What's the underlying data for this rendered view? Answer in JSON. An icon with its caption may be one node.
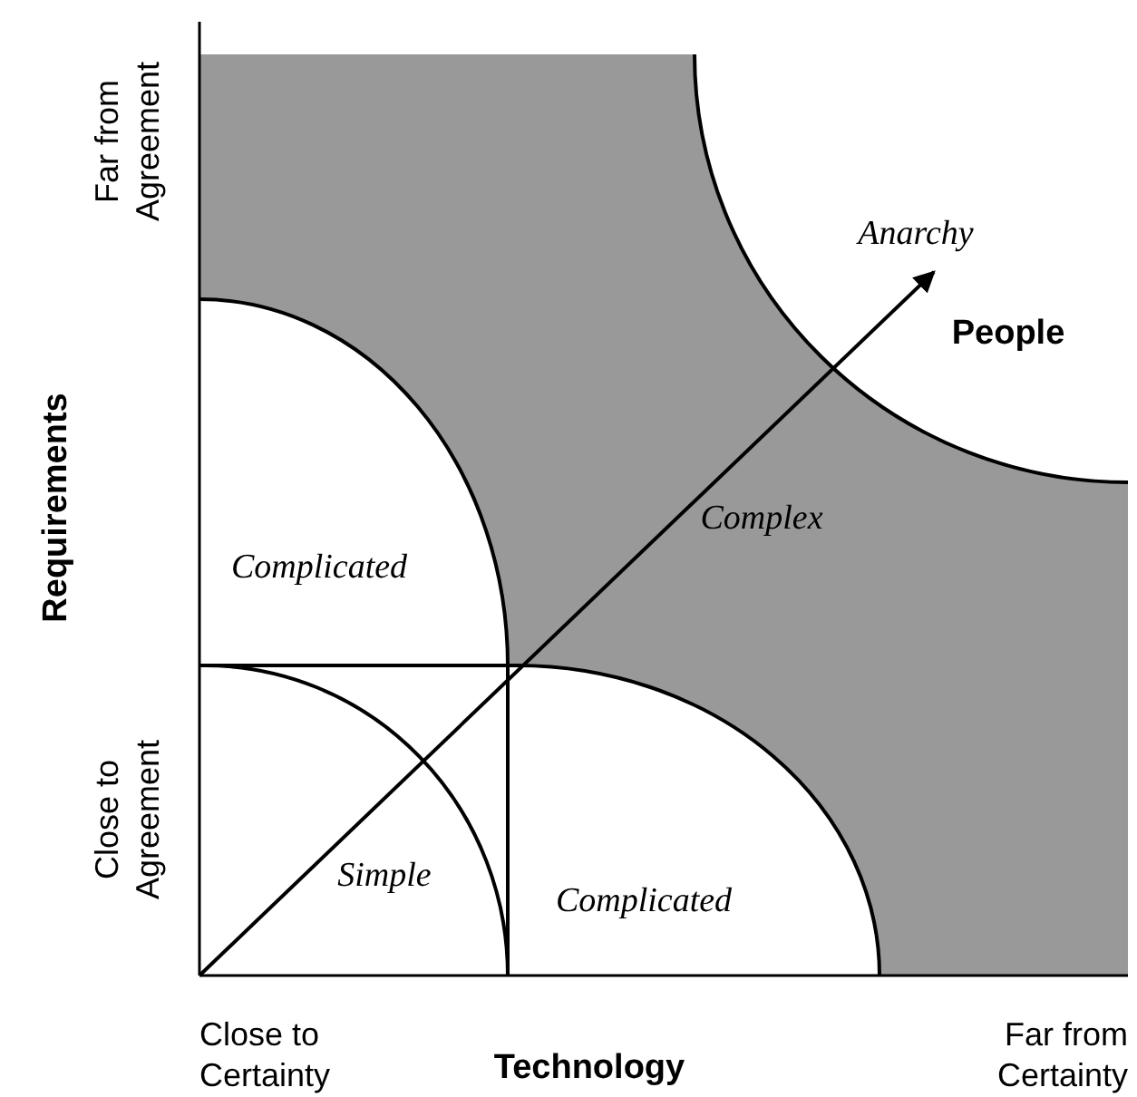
{
  "diagram": {
    "labels": [
      "Far from Agreement",
      "Anarchy",
      "People",
      "Requirements",
      "Complex",
      "Complicated",
      "Close to Agreement",
      "Simple",
      "Complicated",
      "Close to Certainty",
      "Technology",
      "Far from Certainty"
    ]
  }
}
